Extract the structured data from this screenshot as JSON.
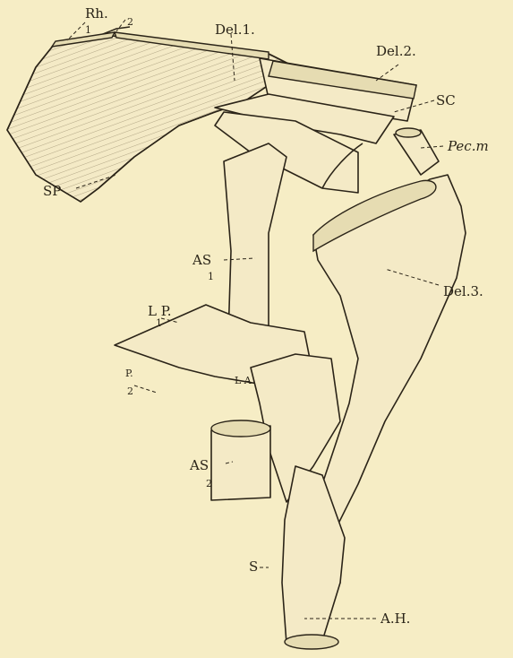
{
  "labels": {
    "rh": "Rh.",
    "rh_1": "1",
    "rh_2": "2",
    "del1": "Del.1.",
    "del2": "Del.2.",
    "sc": "SC",
    "pec_m": "Pec.m",
    "sp": "SP",
    "del3": "Del.3.",
    "as1": "AS",
    "as1_sub": "1",
    "lp": "L P.",
    "lp_sub": "1",
    "p2": "P.",
    "p2_sub": "2",
    "la": "L A.",
    "as2": "AS",
    "as2_sub": "2",
    "s": "S",
    "ah": "A.H."
  },
  "colors": {
    "background": "#f6edc5",
    "ink": "#2b2418"
  }
}
